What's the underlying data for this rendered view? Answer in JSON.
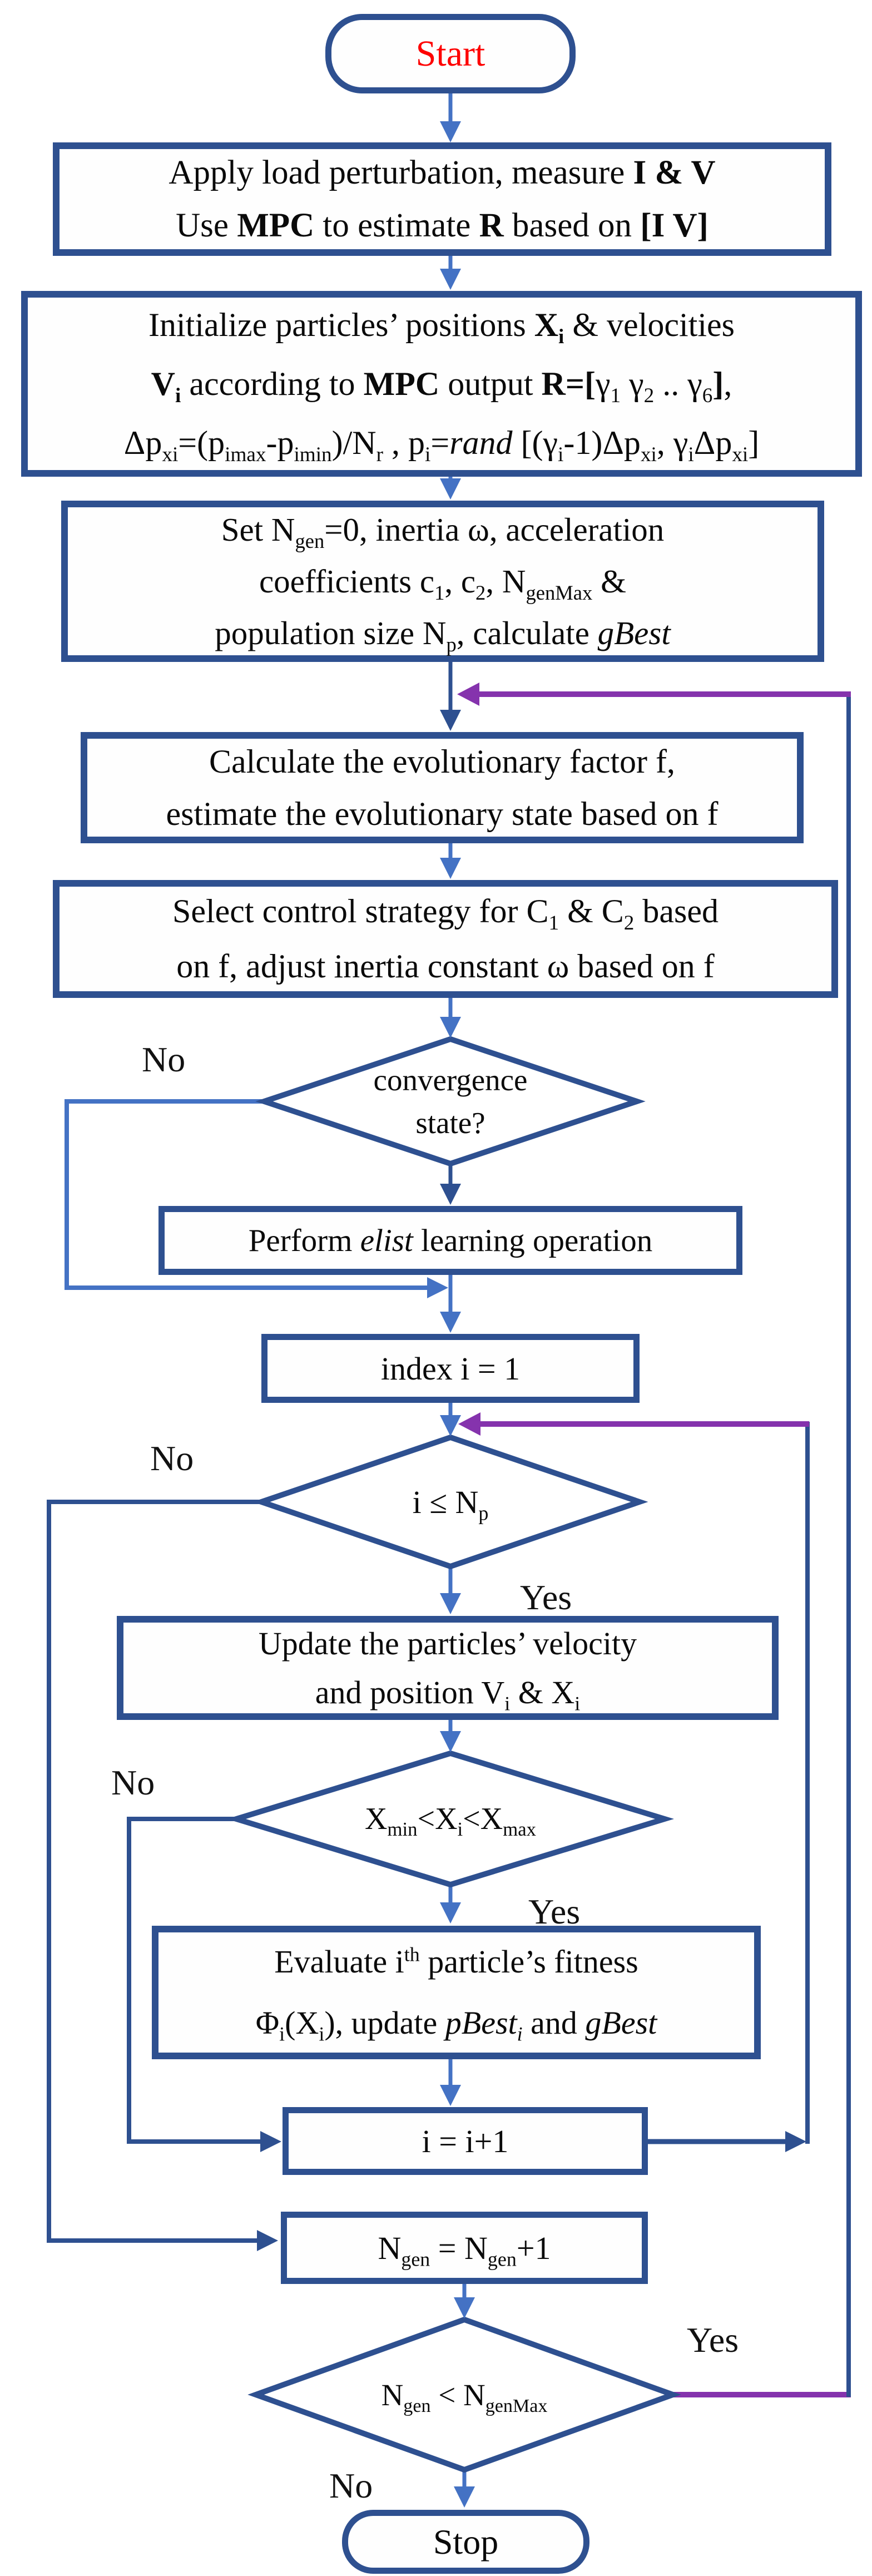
{
  "flowchart": {
    "colors": {
      "border": "#2e5090",
      "line": "#2e5090",
      "arrow": "#4472c4",
      "loop": "#8533ad",
      "start_text": "#fe0000",
      "text": "#0a0a0a"
    },
    "labels": {
      "yes": "Yes",
      "no": "No"
    },
    "nodes": {
      "start": {
        "type": "terminator",
        "lines": [
          [
            {
              "t": "Start"
            }
          ]
        ]
      },
      "measure": {
        "type": "process",
        "lines": [
          [
            {
              "t": "Apply load perturbation, measure "
            },
            {
              "t": "I & V",
              "style": "b"
            }
          ],
          [
            {
              "t": "Use "
            },
            {
              "t": "MPC",
              "style": "b"
            },
            {
              "t": " to estimate "
            },
            {
              "t": "R",
              "style": "b"
            },
            {
              "t": " based on "
            },
            {
              "t": "[I V]",
              "style": "b"
            }
          ]
        ]
      },
      "init": {
        "type": "process",
        "lines": [
          [
            {
              "t": "Initialize particles’ positions "
            },
            {
              "t": "X",
              "style": "b"
            },
            {
              "t": "i",
              "style": "b",
              "script": "sub"
            },
            {
              "t": " & velocities"
            }
          ],
          [
            {
              "t": "V",
              "style": "b"
            },
            {
              "t": "i",
              "style": "b",
              "script": "sub"
            },
            {
              "t": " according to "
            },
            {
              "t": "MPC",
              "style": "b"
            },
            {
              "t": " output "
            },
            {
              "t": "R=[",
              "style": "b"
            },
            {
              "t": "γ"
            },
            {
              "t": "1",
              "script": "sub"
            },
            {
              "t": " γ"
            },
            {
              "t": "2",
              "script": "sub"
            },
            {
              "t": " .. "
            },
            {
              "t": "γ"
            },
            {
              "t": "6",
              "script": "sub"
            },
            {
              "t": "]",
              "style": "b"
            },
            {
              "t": ","
            }
          ],
          [
            {
              "t": "Δp"
            },
            {
              "t": "xi",
              "script": "sub"
            },
            {
              "t": "=(p"
            },
            {
              "t": "imax",
              "script": "sub"
            },
            {
              "t": "-p"
            },
            {
              "t": "imin",
              "script": "sub"
            },
            {
              "t": ")/N"
            },
            {
              "t": "r",
              "script": "sub"
            },
            {
              "t": " , p"
            },
            {
              "t": "i",
              "script": "sub"
            },
            {
              "t": "="
            },
            {
              "t": "rand",
              "style": "i"
            },
            {
              "t": " [(γ"
            },
            {
              "t": "i",
              "script": "sub"
            },
            {
              "t": "-1)Δp"
            },
            {
              "t": "xi",
              "script": "sub"
            },
            {
              "t": ", γ"
            },
            {
              "t": "i",
              "script": "sub"
            },
            {
              "t": "Δp"
            },
            {
              "t": "xi",
              "script": "sub"
            },
            {
              "t": "]"
            }
          ]
        ]
      },
      "setup": {
        "type": "process",
        "lines": [
          [
            {
              "t": "Set N"
            },
            {
              "t": "gen",
              "script": "sub"
            },
            {
              "t": "=0, inertia ω, acceleration"
            }
          ],
          [
            {
              "t": "coefficients c"
            },
            {
              "t": "1",
              "script": "sub"
            },
            {
              "t": ", c"
            },
            {
              "t": "2",
              "script": "sub"
            },
            {
              "t": ", N"
            },
            {
              "t": "genMax",
              "script": "sub"
            },
            {
              "t": " &"
            }
          ],
          [
            {
              "t": "population size N"
            },
            {
              "t": "p",
              "script": "sub"
            },
            {
              "t": ", calculate "
            },
            {
              "t": "gBest",
              "style": "i"
            }
          ]
        ]
      },
      "evolution_factor": {
        "type": "process",
        "lines": [
          [
            {
              "t": "Calculate the evolutionary factor f,"
            }
          ],
          [
            {
              "t": "estimate the evolutionary state based on f"
            }
          ]
        ]
      },
      "control_strategy": {
        "type": "process",
        "lines": [
          [
            {
              "t": "Select control strategy for C"
            },
            {
              "t": "1",
              "script": "sub"
            },
            {
              "t": " & C"
            },
            {
              "t": "2",
              "script": "sub"
            },
            {
              "t": " based"
            }
          ],
          [
            {
              "t": "on f, adjust inertia constant ω based on f"
            }
          ]
        ]
      },
      "convergence": {
        "type": "decision",
        "lines": [
          [
            {
              "t": "convergence"
            }
          ],
          [
            {
              "t": "state?"
            }
          ]
        ]
      },
      "elist_learning": {
        "type": "process",
        "lines": [
          [
            {
              "t": "Perform "
            },
            {
              "t": "elist",
              "style": "i"
            },
            {
              "t": " learning operation"
            }
          ]
        ]
      },
      "index_init": {
        "type": "process",
        "lines": [
          [
            {
              "t": "index i = 1"
            }
          ]
        ]
      },
      "i_le_np": {
        "type": "decision",
        "lines": [
          [
            {
              "t": "i ≤ N"
            },
            {
              "t": "p",
              "script": "sub"
            }
          ]
        ]
      },
      "update_particles": {
        "type": "process",
        "lines": [
          [
            {
              "t": "Update the particles’ velocity"
            }
          ],
          [
            {
              "t": "and position V"
            },
            {
              "t": "i",
              "script": "sub"
            },
            {
              "t": " & X"
            },
            {
              "t": "i",
              "script": "sub"
            }
          ]
        ]
      },
      "bounds_check": {
        "type": "decision",
        "lines": [
          [
            {
              "t": "X"
            },
            {
              "t": "min",
              "script": "sub"
            },
            {
              "t": "<X"
            },
            {
              "t": "i",
              "script": "sub"
            },
            {
              "t": "<X"
            },
            {
              "t": "max",
              "script": "sub"
            }
          ]
        ]
      },
      "evaluate_fitness": {
        "type": "process",
        "lines": [
          [
            {
              "t": "Evaluate i"
            },
            {
              "t": "th",
              "script": "sup"
            },
            {
              "t": " particle’s fitness"
            }
          ],
          [
            {
              "t": "Φ"
            },
            {
              "t": "i",
              "script": "sub"
            },
            {
              "t": "(X"
            },
            {
              "t": "i",
              "script": "sub"
            },
            {
              "t": "), update "
            },
            {
              "t": "pBest",
              "style": "i"
            },
            {
              "t": "i",
              "style": "i",
              "script": "sub"
            },
            {
              "t": " and "
            },
            {
              "t": "gBest",
              "style": "i"
            }
          ]
        ]
      },
      "increment_i": {
        "type": "process",
        "lines": [
          [
            {
              "t": "i = i+1"
            }
          ]
        ]
      },
      "increment_ngen": {
        "type": "process",
        "lines": [
          [
            {
              "t": "N"
            },
            {
              "t": "gen",
              "script": "sub"
            },
            {
              "t": " = N"
            },
            {
              "t": "gen",
              "script": "sub"
            },
            {
              "t": "+1"
            }
          ]
        ]
      },
      "ngen_check": {
        "type": "decision",
        "lines": [
          [
            {
              "t": "N"
            },
            {
              "t": "gen",
              "script": "sub"
            },
            {
              "t": " < N"
            },
            {
              "t": "genMax",
              "script": "sub"
            }
          ]
        ]
      },
      "stop": {
        "type": "terminator",
        "lines": [
          [
            {
              "t": "Stop"
            }
          ]
        ]
      }
    }
  }
}
